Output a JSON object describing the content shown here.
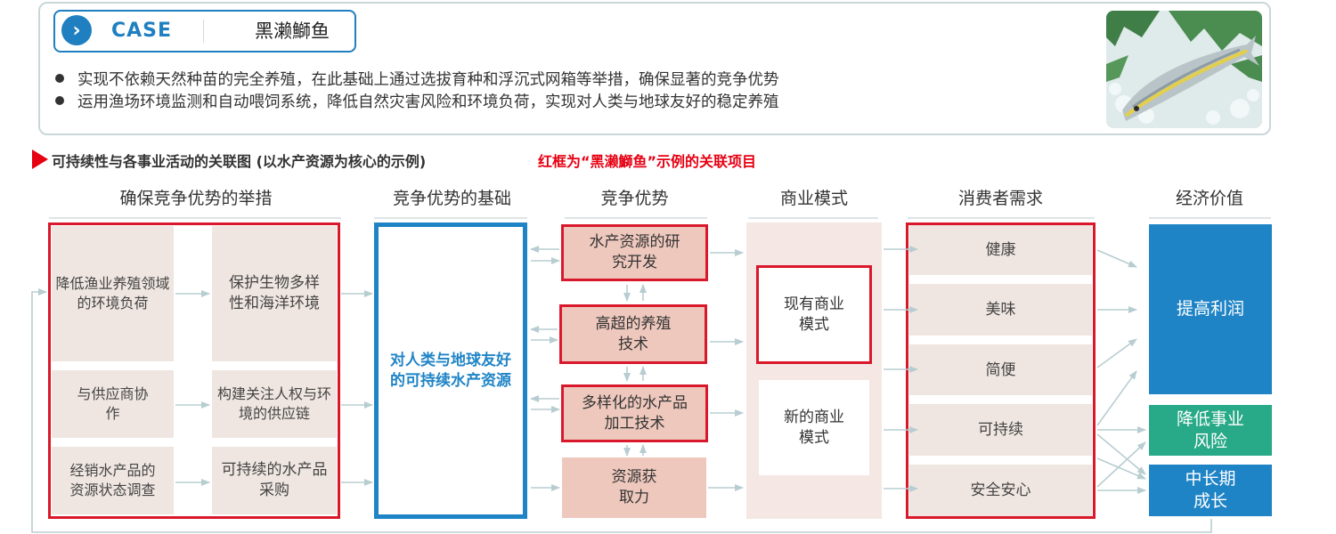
{
  "case": {
    "label": "CASE",
    "name": "黑濑鰤鱼",
    "bullets": [
      "实现不依赖天然种苗的完全养殖，在此基础上通过选拔育种和浮沉式网箱等举措，确保显著的竞争优势",
      "运用渔场环境监测和自动喂饲系统，降低自然灾害风险和环境负荷，实现对人类与地球友好的稳定养殖"
    ],
    "photo_icon": "yellowtail-fish-on-ice-photo"
  },
  "diagram": {
    "title": "可持续性与各事业活动的关联图 (以水产资源为核心的示例)",
    "note": "红框为“黑濑鰤鱼”示例的关联项目",
    "columns": [
      "确保竞争优势的举措",
      "竞争优势的基础",
      "竞争优势",
      "商业模式",
      "消费者需求",
      "经济价值"
    ],
    "measures": [
      "降低渔业养殖领域的环境负荷",
      "保护生物多样性和海洋环境",
      "与供应商协作",
      "构建关注人权与环境的供应链",
      "经销水产品的资源状态调查",
      "可持续的水产品采购"
    ],
    "foundation": "对人类与地球友好的可持续水产资源",
    "advantages": [
      "水产资源的研究开发",
      "高超的养殖技术",
      "多样化的水产品加工技术",
      "资源获取力"
    ],
    "business_models": [
      "现有商业模式",
      "新的商业模式"
    ],
    "needs": [
      "健康",
      "美味",
      "简便",
      "可持续",
      "安全安心"
    ],
    "values": [
      "提高利润",
      "降低事业风险",
      "中长期成长"
    ],
    "colors": {
      "accent_blue": "#1f84c6",
      "highlight_red": "#d9192b",
      "teal": "#28a988",
      "beige": "#efe6e1",
      "salmon": "#eec8bd"
    }
  }
}
